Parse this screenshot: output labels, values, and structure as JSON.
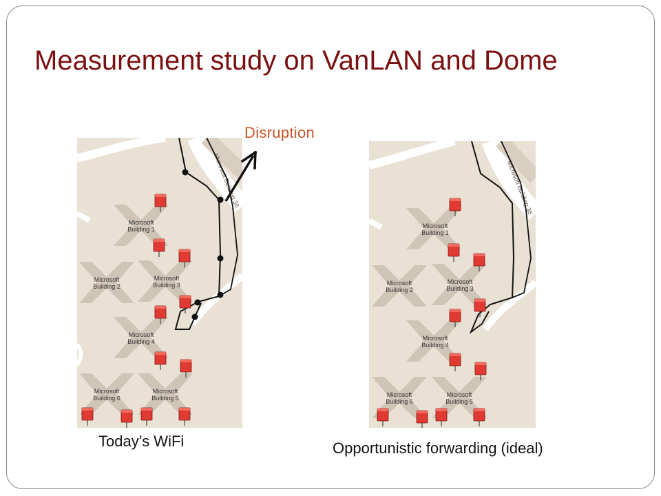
{
  "slide": {
    "title": "Measurement study on VanLAN and Dome",
    "annotation": "Disruption",
    "caption_left": "Today’s WiFi",
    "caption_right": "Opportunistic forwarding (ideal)"
  },
  "map": {
    "building_labels": [
      [
        "Microsoft",
        "Building 1"
      ],
      [
        "Microsoft",
        "Building 2"
      ],
      [
        "Microsoft",
        "Building 3"
      ],
      [
        "Microsoft",
        "Building 4"
      ],
      [
        "Microsoft",
        "Building 5"
      ],
      [
        "Microsoft",
        "Building 6"
      ]
    ],
    "road_label": "Microsoft Building 36"
  },
  "colors": {
    "title": "#7b1010",
    "annotation": "#c8562a",
    "map_bg": "#e8e0d3",
    "building": "#cec4b5",
    "road": "#ffffff",
    "pin": "#e03a32"
  }
}
